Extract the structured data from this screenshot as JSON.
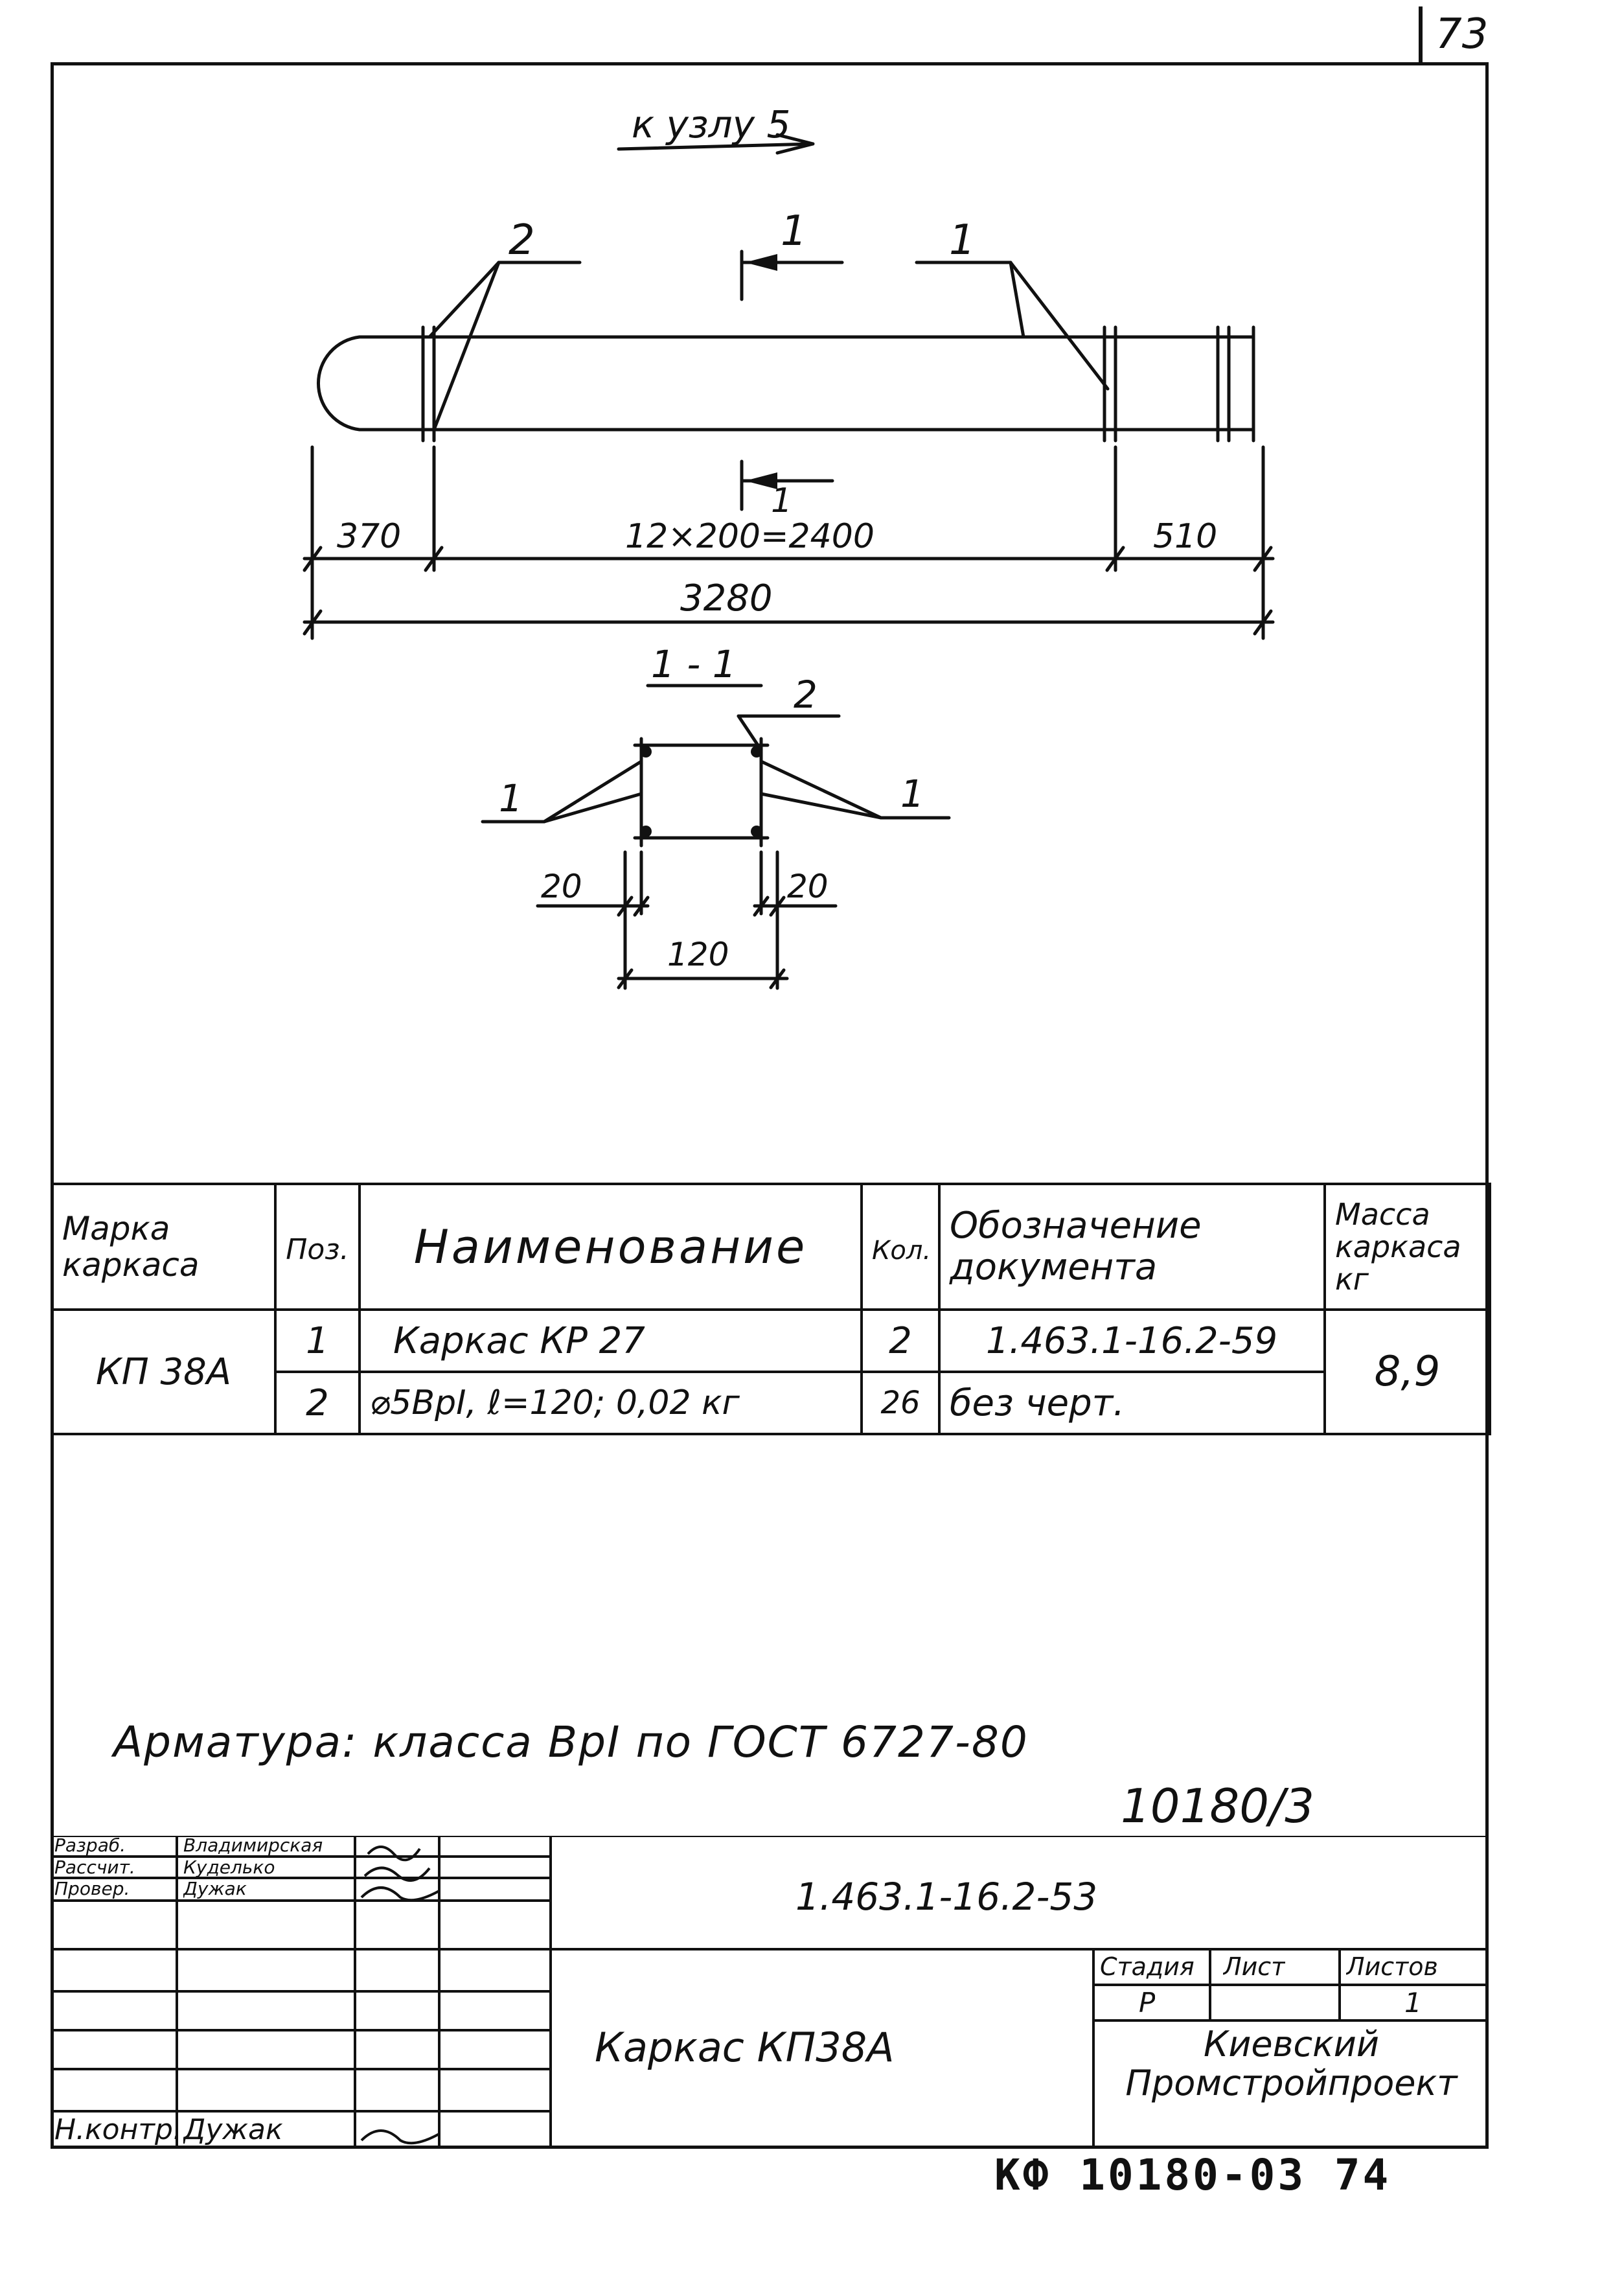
{
  "sheet": {
    "page_number": "73",
    "archive_number": "10180/3"
  },
  "drawing": {
    "view_label": "к узлу 5",
    "callouts": {
      "pos1": "1",
      "pos2": "2"
    },
    "section_mark": "1",
    "dim_left": "370",
    "dim_middle": "12×200=2400",
    "dim_right": "510",
    "dim_total": "3280",
    "section_title": "1 - 1",
    "section_dim_left": "20",
    "section_dim_right": "20",
    "section_dim_width": "120"
  },
  "spec_table": {
    "headers": {
      "mark": "Марка каркаса",
      "pos": "Поз.",
      "name": "Наименование",
      "qty": "Кол.",
      "doc": "Обозначение документа",
      "mass": "Масса каркаса кг"
    },
    "mark": "КП 38А",
    "mass": "8,9",
    "rows": [
      {
        "pos": "1",
        "name": "Каркас КР 27",
        "qty": "2",
        "doc": "1.463.1-16.2-59"
      },
      {
        "pos": "2",
        "name": "⌀5ВрI, ℓ=120; 0,02 кг",
        "qty": "26",
        "doc": "без черт."
      }
    ]
  },
  "notes": {
    "reinforcement": "Арматура: класса ВрI по ГОСТ 6727-80"
  },
  "title_block": {
    "roles": [
      {
        "role": "Разраб.",
        "name": "Владимирская"
      },
      {
        "role": "Рассчит.",
        "name": "Куделько"
      },
      {
        "role": "Провер.",
        "name": "Дужак"
      },
      {
        "role": "Н.контр.",
        "name": "Дужак"
      }
    ],
    "document_code": "1.463.1-16.2-53",
    "item_title": "Каркас КП38А",
    "stage_header": "Стадия",
    "sheet_header": "Лист",
    "sheets_header": "Листов",
    "stage_value": "Р",
    "sheets_value": "1",
    "organization": "Киевский Промстройпроект"
  },
  "footer": {
    "code": "КФ 10180-03 74"
  }
}
